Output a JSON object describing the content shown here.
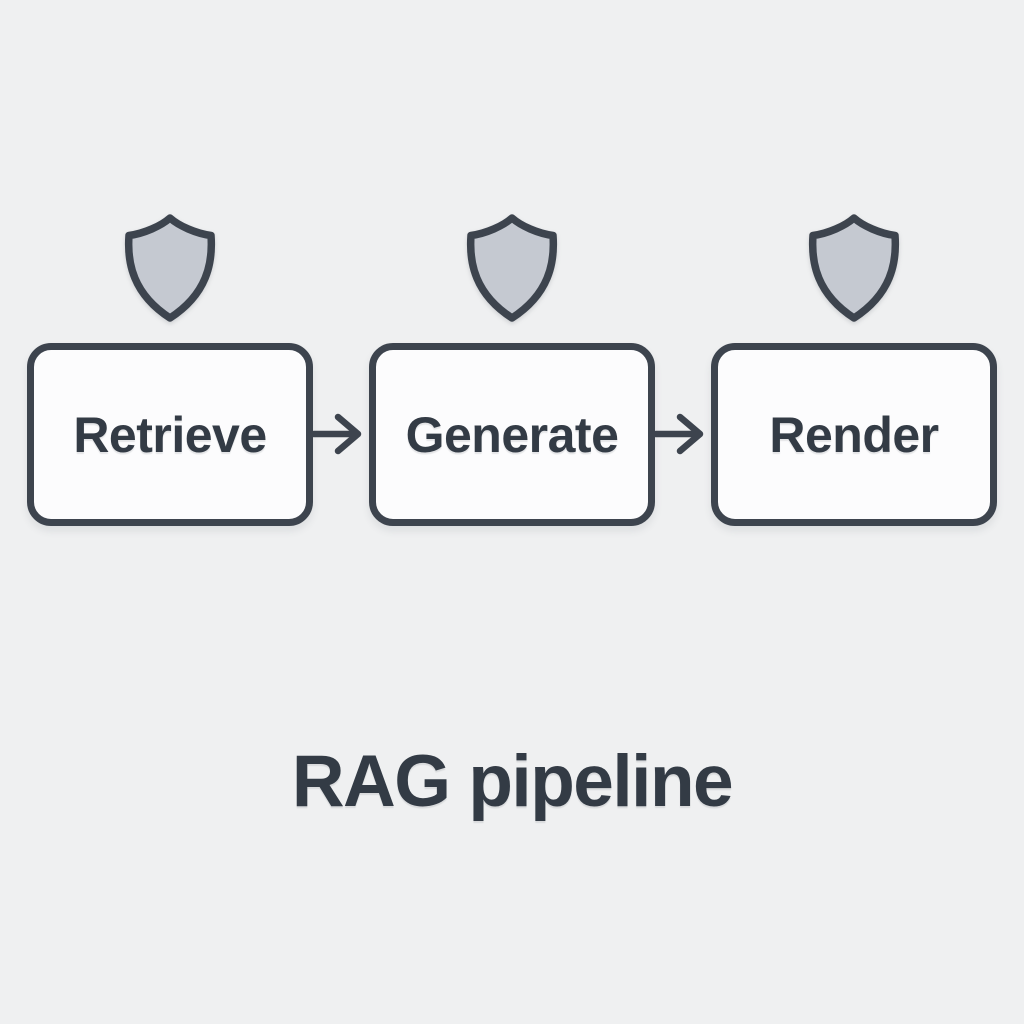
{
  "title": "RAG pipeline",
  "stages": [
    {
      "label": "Retrieve",
      "icon": "shield-icon"
    },
    {
      "label": "Generate",
      "icon": "shield-icon"
    },
    {
      "label": "Render",
      "icon": "shield-icon"
    }
  ],
  "connectors": [
    {
      "icon": "arrow-right-icon",
      "from": "Retrieve",
      "to": "Generate"
    },
    {
      "icon": "arrow-right-icon",
      "from": "Generate",
      "to": "Render"
    }
  ],
  "colors": {
    "background": "#eff0f1",
    "box_fill": "#fcfcfd",
    "outline": "#3d444e",
    "shield_fill": "#c5c9d1",
    "text": "#333b45"
  }
}
